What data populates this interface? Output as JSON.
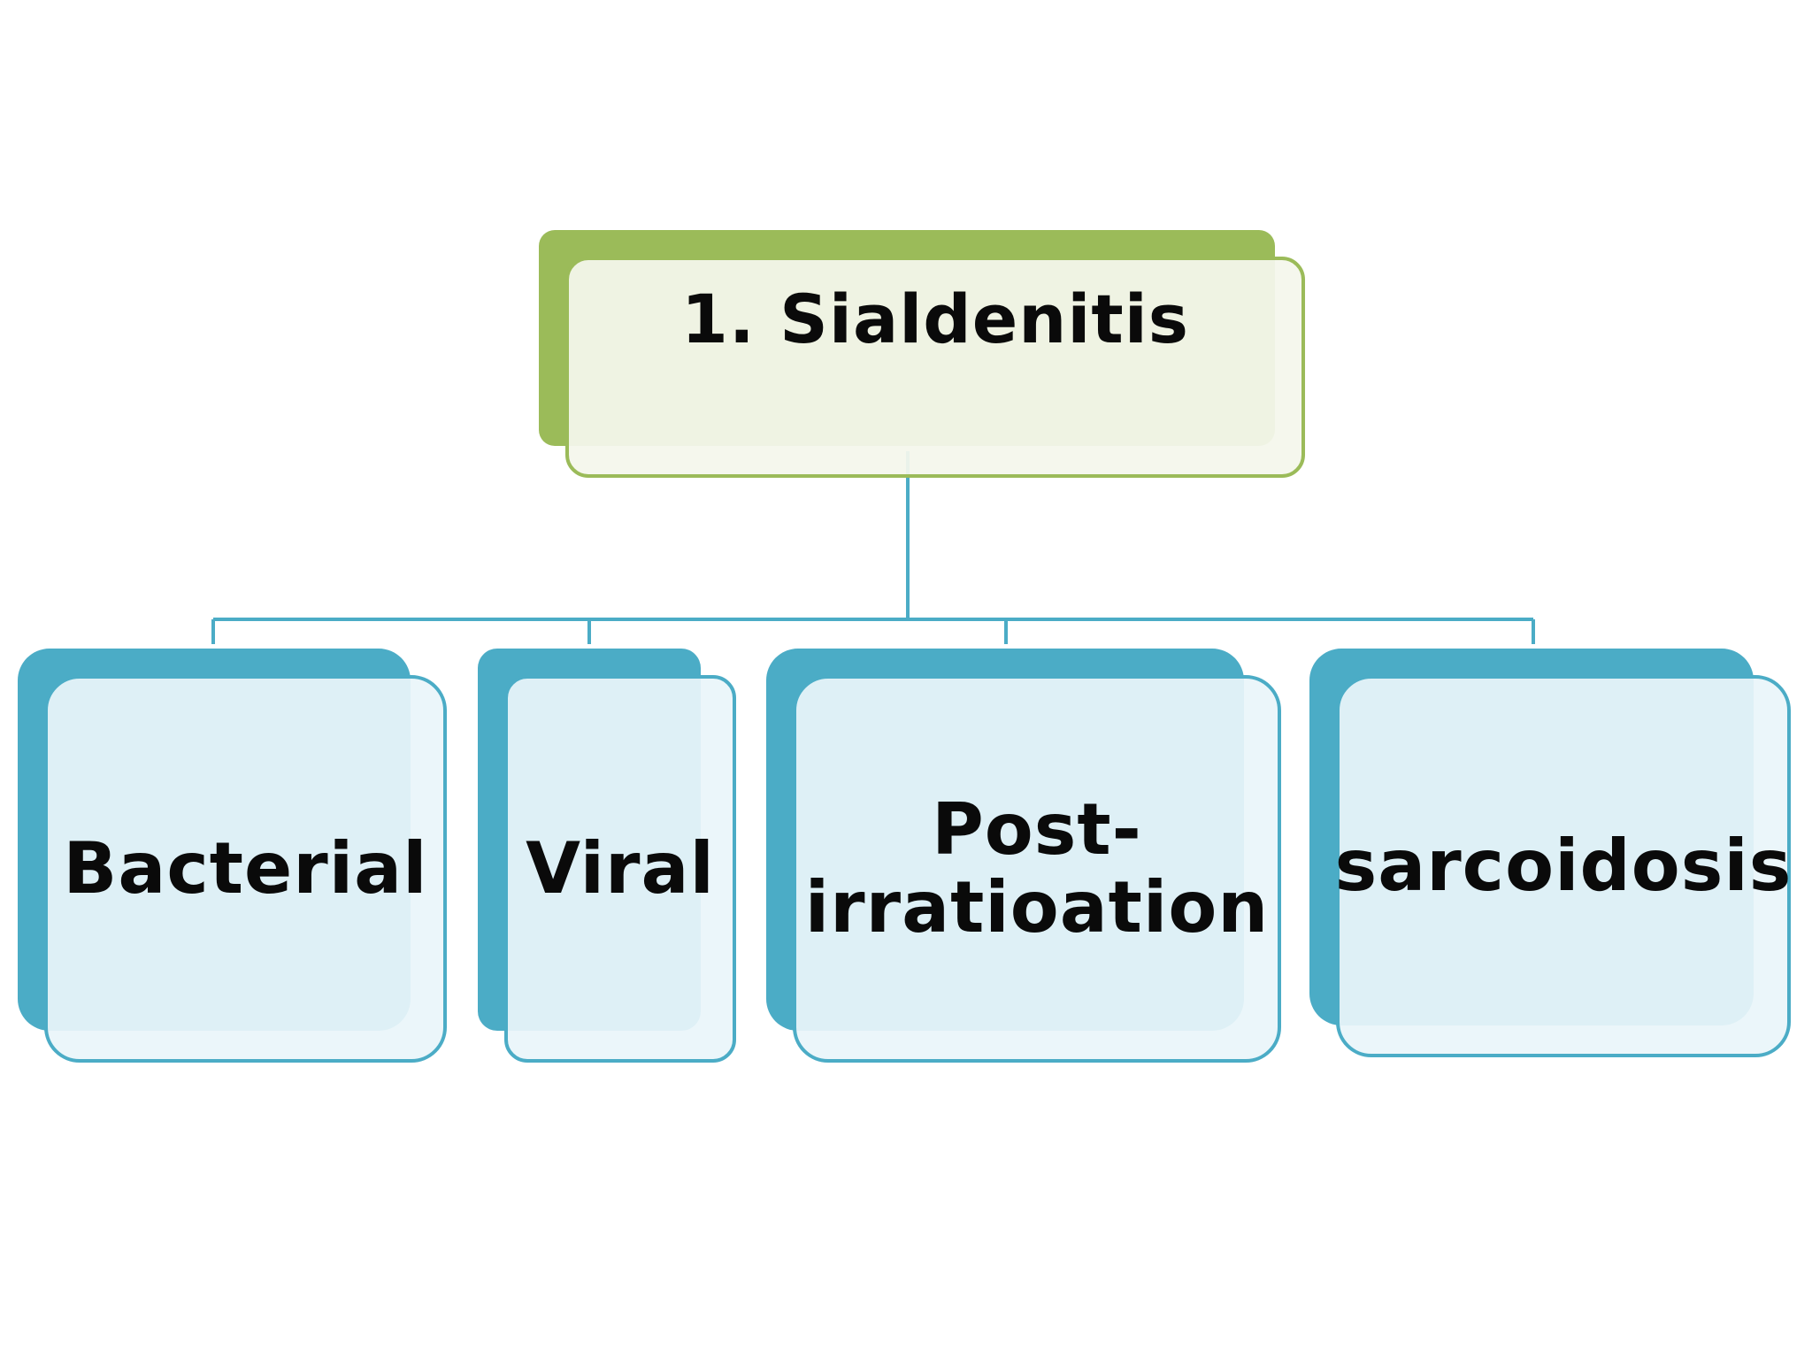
{
  "diagram": {
    "root": {
      "label": "1. Sialdenitis"
    },
    "children": [
      {
        "label": "Bacterial"
      },
      {
        "label": "Viral"
      },
      {
        "label": "Post-\nirratioation"
      },
      {
        "label": "sarcoidosis"
      }
    ],
    "colors": {
      "root_accent": "#9bbb59",
      "child_accent": "#4bacc6",
      "connector": "#4bacc6",
      "text": "#0a0a0a"
    }
  }
}
